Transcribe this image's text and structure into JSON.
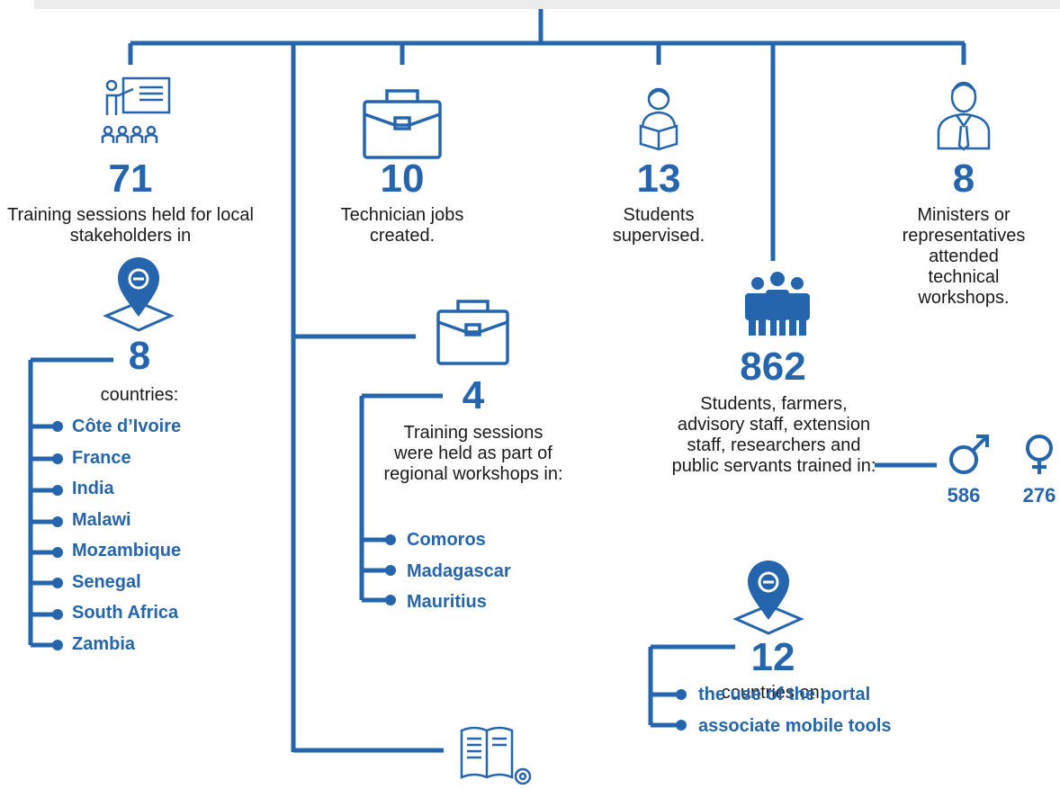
{
  "colors": {
    "accent": "#2465ae",
    "text": "#1a1a1a",
    "band": "#ececec"
  },
  "training_sessions": {
    "icon": "presentation-training-icon",
    "value": "71",
    "description": "Training sessions held for local stakeholders in",
    "location_icon": "map-pin-icon",
    "countries_value": "8",
    "countries_label": "countries:",
    "countries": [
      "Côte d’Ivoire",
      "France",
      "India",
      "Malawi",
      "Mozambique",
      "Senegal",
      "South Africa",
      "Zambia"
    ]
  },
  "technician_jobs": {
    "icon": "briefcase-icon",
    "value": "10",
    "description": "Technician jobs created."
  },
  "students": {
    "icon": "student-reading-icon",
    "value": "13",
    "description": "Students supervised."
  },
  "ministers": {
    "icon": "businessman-icon",
    "value": "8",
    "description": "Ministers or representatives attended technical workshops."
  },
  "regional_workshops": {
    "icon": "briefcase-icon",
    "value": "4",
    "description": "Training sessions were held as part of regional workshops in:",
    "countries": [
      "Comoros",
      "Madagascar",
      "Mauritius"
    ]
  },
  "people_trained": {
    "icon": "group-people-icon",
    "value": "862",
    "description": "Students, farmers, advisory staff, extension staff, researchers and public servants trained in:",
    "male_icon": "male-symbol-icon",
    "female_icon": "female-symbol-icon",
    "male_count": "586",
    "female_count": "276",
    "location_icon": "map-pin-icon",
    "countries_value": "12",
    "countries_label": "countries on:",
    "topics": [
      "the use of the portal",
      "associate mobile tools"
    ]
  },
  "manual_icon": "book-gear-icon"
}
